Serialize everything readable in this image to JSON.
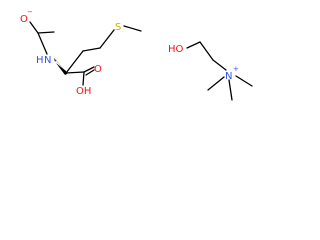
{
  "molecules": [
    {
      "atoms": {
        "o_minus": "O",
        "o_minus_charge": "−",
        "nh": "N",
        "nh_h": "H",
        "s": "S",
        "oh": "OH",
        "o_carbonyl": "O"
      }
    },
    {
      "atoms": {
        "ho": "HO",
        "n_plus": "N",
        "n_plus_charge": "+"
      }
    }
  ],
  "colors": {
    "bond": "#000000",
    "oxygen": "#ff0d0d",
    "nitrogen": "#3050f8",
    "sulfur": "#c8b400",
    "carbon": "#000000"
  }
}
